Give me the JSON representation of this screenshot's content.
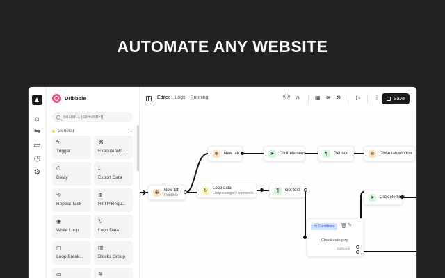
{
  "headline": "AUTOMATE ANY WEBSITE",
  "workspace": {
    "name": "Dribbble"
  },
  "search": {
    "placeholder": "Search... (ctrl+shift+f)"
  },
  "group": {
    "label": "General",
    "collapse_glyph": "–"
  },
  "blocks": [
    {
      "label": "Trigger",
      "icon": "ϟ",
      "icon_name": "bolt-icon"
    },
    {
      "label": "Execute Wo...",
      "icon": "⌘",
      "icon_name": "execute-icon"
    },
    {
      "label": "Delay",
      "icon": "⏱",
      "icon_name": "timer-icon"
    },
    {
      "label": "Export Data",
      "icon": "⤓",
      "icon_name": "download-icon"
    },
    {
      "label": "Repeat Task",
      "icon": "⟲",
      "icon_name": "repeat-icon"
    },
    {
      "label": "HTTP Requ...",
      "icon": "⊕",
      "icon_name": "globe-icon"
    },
    {
      "label": "While Loop",
      "icon": "◉",
      "icon_name": "loop-icon"
    },
    {
      "label": "Loop Data",
      "icon": "↻",
      "icon_name": "loop-data-icon"
    },
    {
      "label": "Loop Break...",
      "icon": "▢",
      "icon_name": "stop-icon"
    },
    {
      "label": "Blocks Group",
      "icon": "▥",
      "icon_name": "group-icon"
    },
    {
      "label": "",
      "icon": "▭",
      "icon_name": "note-icon"
    },
    {
      "label": "",
      "icon": "≋",
      "icon_name": "database-icon"
    }
  ],
  "tabs": [
    "Editor",
    "Logs",
    "Running"
  ],
  "save_label": "Save",
  "toolbar_icons": {
    "set1": [
      "((·))",
      "⋔"
    ],
    "set2": [
      "▦",
      "≋",
      "⚙"
    ],
    "run": "▷",
    "more": "⋮"
  },
  "nodes": {
    "new_tab_start": {
      "title": "New tab",
      "sub": "Dribbble",
      "icon": "⊕"
    },
    "new_tab": {
      "title": "New tab",
      "icon": "⊕"
    },
    "click1": {
      "title": "Click element",
      "icon": "➤"
    },
    "get_text1": {
      "title": "Get text",
      "icon": "¶"
    },
    "close_tab": {
      "title": "Close tab/window",
      "icon": "⊗"
    },
    "loop_data": {
      "title": "Loop data",
      "sub": "Loop category elements",
      "icon": "↻"
    },
    "get_text2": {
      "title": "Get text",
      "icon": "¶"
    },
    "click2": {
      "title": "Click element",
      "icon": "➤"
    },
    "conditions": {
      "tag": "⇆ Conditions",
      "row1": "Check category",
      "row2": "◌ Fallback"
    }
  }
}
